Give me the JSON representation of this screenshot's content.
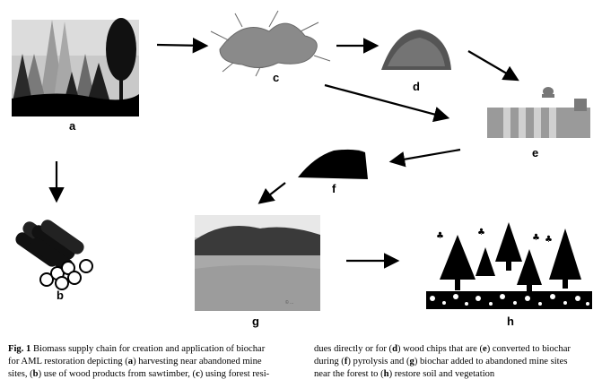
{
  "figure": {
    "panel_labels": {
      "a": "a",
      "b": "b",
      "c": "c",
      "d": "d",
      "e": "e",
      "f": "f",
      "g": "g",
      "h": "h"
    },
    "photo_watermark": "© ...",
    "caption": {
      "label": "Fig. 1",
      "col1": [
        " Biomass supply chain for creation and application of biochar",
        "for AML restoration depicting (",
        "a",
        ") harvesting near abandoned mine",
        "sites, (",
        "b",
        ") use of wood products from sawtimber, (",
        "c",
        ") using forest resi-"
      ],
      "col2": [
        "dues directly or for (",
        "d",
        ") wood chips that are (",
        "e",
        ") converted to biochar",
        "during (",
        "f",
        ") pyrolysis and (",
        "g",
        ") biochar added to abandoned mine sites",
        "near the forest to (",
        "h",
        ") restore soil and vegetation"
      ]
    }
  }
}
